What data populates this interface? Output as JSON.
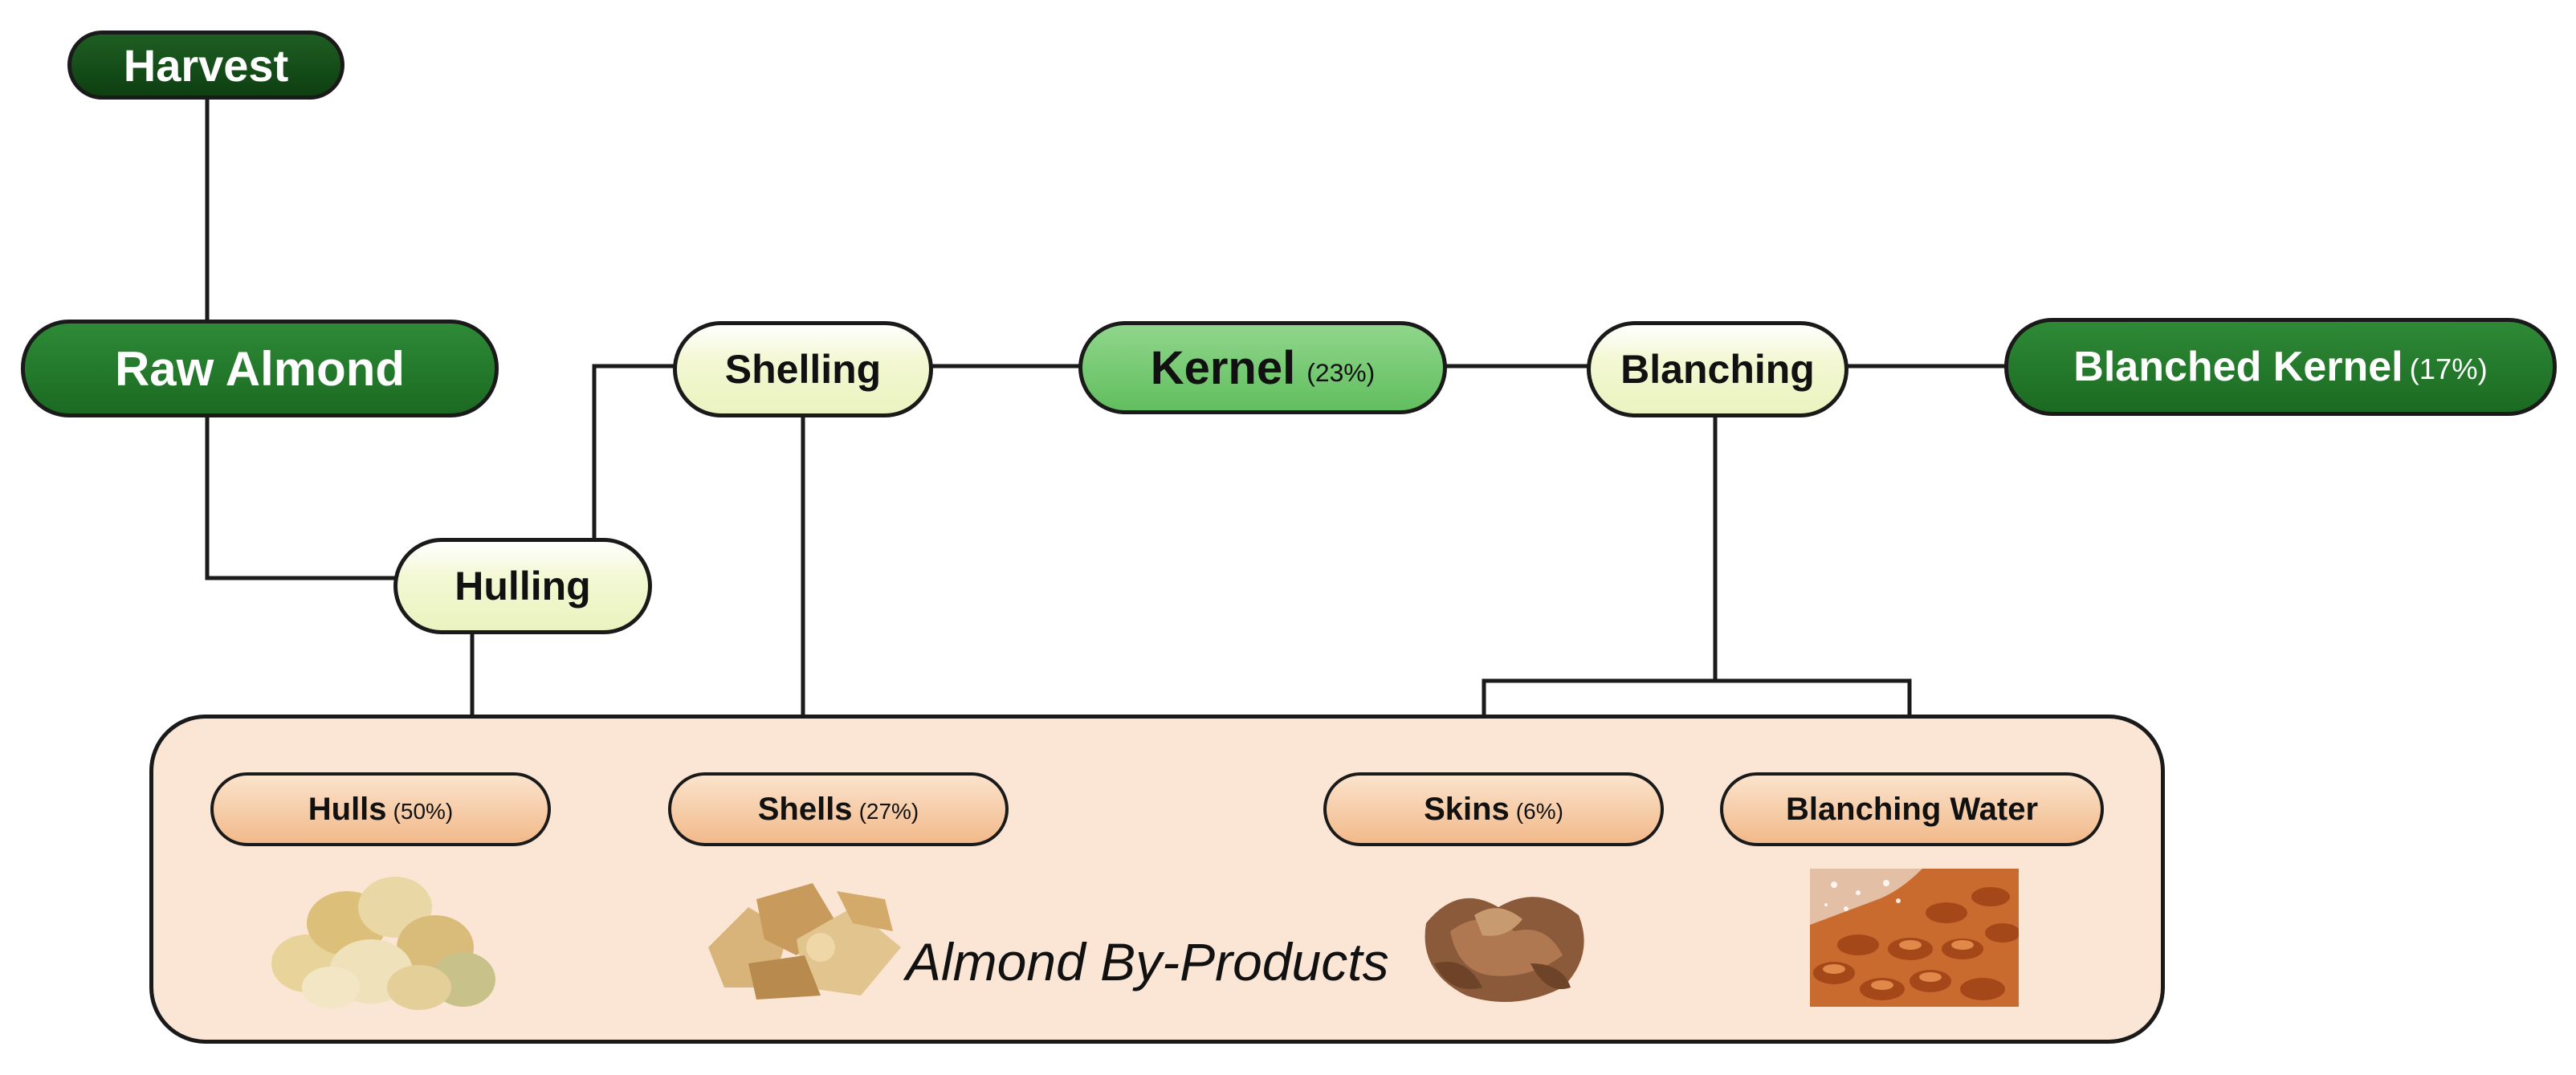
{
  "nodes": {
    "harvest": {
      "label": "Harvest"
    },
    "raw_almond": {
      "label": "Raw Almond"
    },
    "hulling": {
      "label": "Hulling"
    },
    "shelling": {
      "label": "Shelling"
    },
    "kernel": {
      "label": "Kernel",
      "pct": "(23%)"
    },
    "blanching": {
      "label": "Blanching"
    },
    "blanched_kernel": {
      "label": "Blanched Kernel",
      "pct": "(17%)"
    }
  },
  "byproducts": {
    "title": "Almond By-Products",
    "hulls": {
      "label": "Hulls",
      "pct": "(50%)"
    },
    "shells": {
      "label": "Shells",
      "pct": "(27%)"
    },
    "skins": {
      "label": "Skins",
      "pct": "(6%)"
    },
    "blanching_water": {
      "label": "Blanching Water"
    }
  },
  "edges": [
    [
      "harvest",
      "raw_almond"
    ],
    [
      "raw_almond",
      "hulling"
    ],
    [
      "hulling",
      "shelling"
    ],
    [
      "shelling",
      "kernel"
    ],
    [
      "kernel",
      "blanching"
    ],
    [
      "blanching",
      "blanched_kernel"
    ],
    [
      "hulling",
      "hulls"
    ],
    [
      "shelling",
      "shells"
    ],
    [
      "blanching",
      "skins"
    ],
    [
      "blanching",
      "blanching_water"
    ]
  ],
  "colors": {
    "dark_green": "#1f7a27",
    "darkest_green": "#114a16",
    "kernel_green": "#74c770",
    "pale_yellow": "#eef5c8",
    "peach": "#f4c196",
    "container_fill": "#fbe6d6"
  },
  "images": [
    "hulls-photo",
    "shells-photo",
    "skins-photo",
    "blanching-water-photo"
  ]
}
